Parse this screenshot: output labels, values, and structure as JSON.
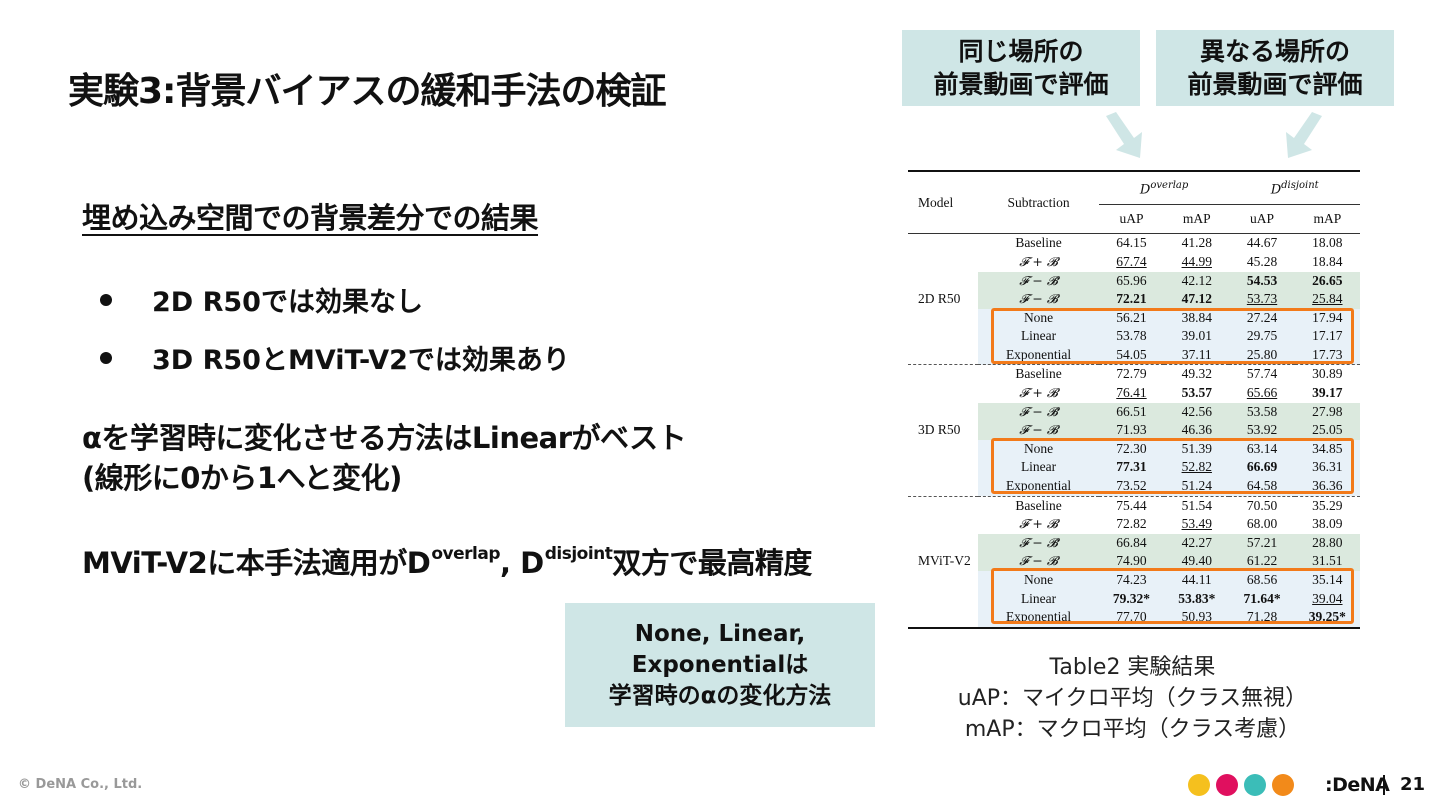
{
  "title": "実験3:背景バイアスの緩和手法の検証",
  "subheading": "埋め込み空間での背景差分での結果",
  "bullets": [
    "2D R50では効果なし",
    "3D R50とMViT-V2では効果あり"
  ],
  "alpha_text": {
    "line1": "αを学習時に変化させる方法はLinearがベスト",
    "line2": "(線形に0から1へと変化)"
  },
  "mvit_text": {
    "prefix": "MViT-V2に本手法適用がD",
    "sup1": "overlap",
    "mid": ", D",
    "sup2": "disjoint",
    "suffix": "双方で最高精度"
  },
  "note_box": [
    "None, Linear,",
    "Exponentialは",
    "学習時のαの変化方法"
  ],
  "top_labels": {
    "left": [
      "同じ場所の",
      "前景動画で評価"
    ],
    "right": [
      "異なる場所の",
      "前景動画で評価"
    ]
  },
  "table": {
    "header_model": "Model",
    "header_subtraction": "Subtraction",
    "header_d": "D",
    "header_overlap": "overlap",
    "header_disjoint": "disjoint",
    "header_uap": "uAP",
    "header_map": "mAP",
    "groups": [
      {
        "model": "2D R50",
        "rows": [
          {
            "sub": "Baseline",
            "v": [
              "64.15",
              "41.28",
              "44.67",
              "18.08"
            ]
          },
          {
            "sub": "𝓕 + 𝓑",
            "v": [
              "67.74",
              "44.99",
              "45.28",
              "18.84"
            ]
          },
          {
            "sub": "𝓕 − 𝓑̃",
            "v": [
              "65.96",
              "42.12",
              "54.53",
              "26.65"
            ]
          },
          {
            "sub": "𝓕 − 𝓑",
            "v": [
              "72.21",
              "47.12",
              "53.73",
              "25.84"
            ]
          },
          {
            "sub": "None",
            "v": [
              "56.21",
              "38.84",
              "27.24",
              "17.94"
            ]
          },
          {
            "sub": "Linear",
            "v": [
              "53.78",
              "39.01",
              "29.75",
              "17.17"
            ]
          },
          {
            "sub": "Exponential",
            "v": [
              "54.05",
              "37.11",
              "25.80",
              "17.73"
            ]
          }
        ]
      },
      {
        "model": "3D R50",
        "rows": [
          {
            "sub": "Baseline",
            "v": [
              "72.79",
              "49.32",
              "57.74",
              "30.89"
            ]
          },
          {
            "sub": "𝓕 + 𝓑",
            "v": [
              "76.41",
              "53.57",
              "65.66",
              "39.17"
            ]
          },
          {
            "sub": "𝓕 − 𝓑̃",
            "v": [
              "66.51",
              "42.56",
              "53.58",
              "27.98"
            ]
          },
          {
            "sub": "𝓕 − 𝓑",
            "v": [
              "71.93",
              "46.36",
              "53.92",
              "25.05"
            ]
          },
          {
            "sub": "None",
            "v": [
              "72.30",
              "51.39",
              "63.14",
              "34.85"
            ]
          },
          {
            "sub": "Linear",
            "v": [
              "77.31",
              "52.82",
              "66.69",
              "36.31"
            ]
          },
          {
            "sub": "Exponential",
            "v": [
              "73.52",
              "51.24",
              "64.58",
              "36.36"
            ]
          }
        ]
      },
      {
        "model": "MViT-V2",
        "rows": [
          {
            "sub": "Baseline",
            "v": [
              "75.44",
              "51.54",
              "70.50",
              "35.29"
            ]
          },
          {
            "sub": "𝓕 + 𝓑",
            "v": [
              "72.82",
              "53.49",
              "68.00",
              "38.09"
            ]
          },
          {
            "sub": "𝓕 − 𝓑̃",
            "v": [
              "66.84",
              "42.27",
              "57.21",
              "28.80"
            ]
          },
          {
            "sub": "𝓕 − 𝓑",
            "v": [
              "74.90",
              "49.40",
              "61.22",
              "31.51"
            ]
          },
          {
            "sub": "None",
            "v": [
              "74.23",
              "44.11",
              "68.56",
              "35.14"
            ]
          },
          {
            "sub": "Linear",
            "v": [
              "79.32*",
              "53.83*",
              "71.64*",
              "39.04"
            ]
          },
          {
            "sub": "Exponential",
            "v": [
              "77.70",
              "50.93",
              "71.28",
              "39.25*"
            ]
          }
        ]
      }
    ]
  },
  "caption": [
    "Table2 実験結果",
    "uAP：マイクロ平均（クラス無視）",
    "mAP：マクロ平均（クラス考慮）"
  ],
  "footer": {
    "copyright": "© DeNA Co., Ltd.",
    "logo": ":DeNA",
    "page": "21",
    "dot_colors": [
      "#f5c01e",
      "#e0105f",
      "#3bbdb8",
      "#f28a1a"
    ]
  },
  "colors": {
    "label_bg": "#cfe6e6",
    "highlight": "#f27a1a",
    "green_row": "#dbe9de",
    "blue_row": "#e8f1f8"
  }
}
